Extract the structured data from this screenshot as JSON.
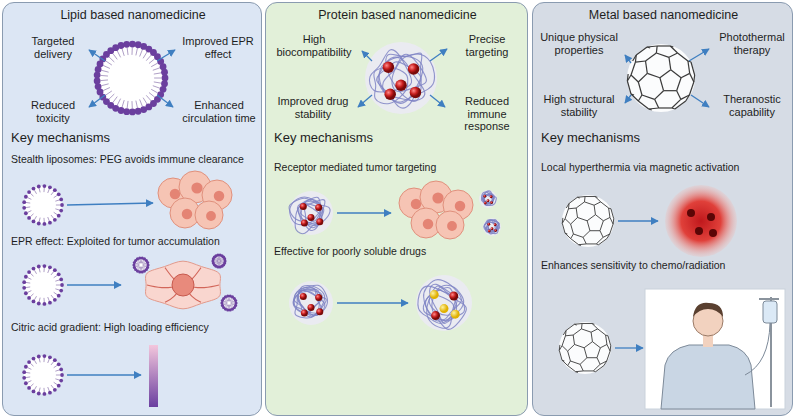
{
  "diagram": {
    "nodes": [
      {
        "text": [
          "Lipid based nanomedicine",
          "Targeted delivery",
          "Improved EPR effect",
          "Reduced toxicity",
          "Enhanced circulation time",
          "Key mechanisms",
          "Stealth liposomes: PEG avoids immune clearance",
          "EPR effect: Exploited for tumor accumulation",
          "Citric acid gradient: High loading efficiency"
        ]
      },
      {
        "text": [
          "Protein based nanomedicine",
          "High biocompatibility",
          "Precise targeting",
          "Improved drug stability",
          "Reduced immune response",
          "Key mechanisms",
          "Receptor mediated tumor targeting",
          "Effective for poorly soluble drugs"
        ]
      },
      {
        "text": [
          "Metal based nanomedicine",
          "Unique physical properties",
          "Photothermal therapy",
          "High structural stability",
          "Theranostic capability",
          "Key mechanisms",
          "Local hyperthermia via magnetic activation",
          "Enhances sensitivity to chemo/radiation"
        ]
      }
    ]
  }
}
